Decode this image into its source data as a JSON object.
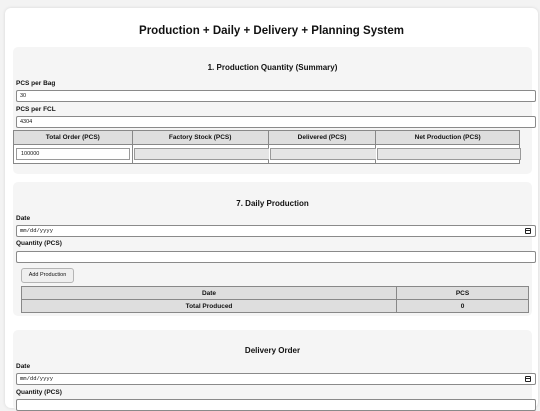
{
  "title": "Production + Daily + Delivery + Planning System",
  "summary": {
    "heading": "1. Production Quantity (Summary)",
    "pcs_per_bag_label": "PCS per Bag",
    "pcs_per_bag_value": "30",
    "pcs_per_fcl_label": "PCS per FCL",
    "pcs_per_fcl_value": "4304",
    "columns": [
      "Total Order (PCS)",
      "Factory Stock (PCS)",
      "Delivered (PCS)",
      "Net Production (PCS)"
    ],
    "total_order_value": "100000"
  },
  "daily": {
    "heading": "7. Daily Production",
    "date_label": "Date",
    "date_placeholder": "mm/dd/yyyy",
    "qty_label": "Quantity (PCS)",
    "add_button": "Add Production",
    "columns": [
      "Date",
      "PCS"
    ],
    "total_label": "Total Produced",
    "total_value": "0"
  },
  "delivery": {
    "heading": "Delivery Order",
    "date_label": "Date",
    "date_placeholder": "mm/dd/yyyy",
    "qty_label": "Quantity (PCS)"
  }
}
